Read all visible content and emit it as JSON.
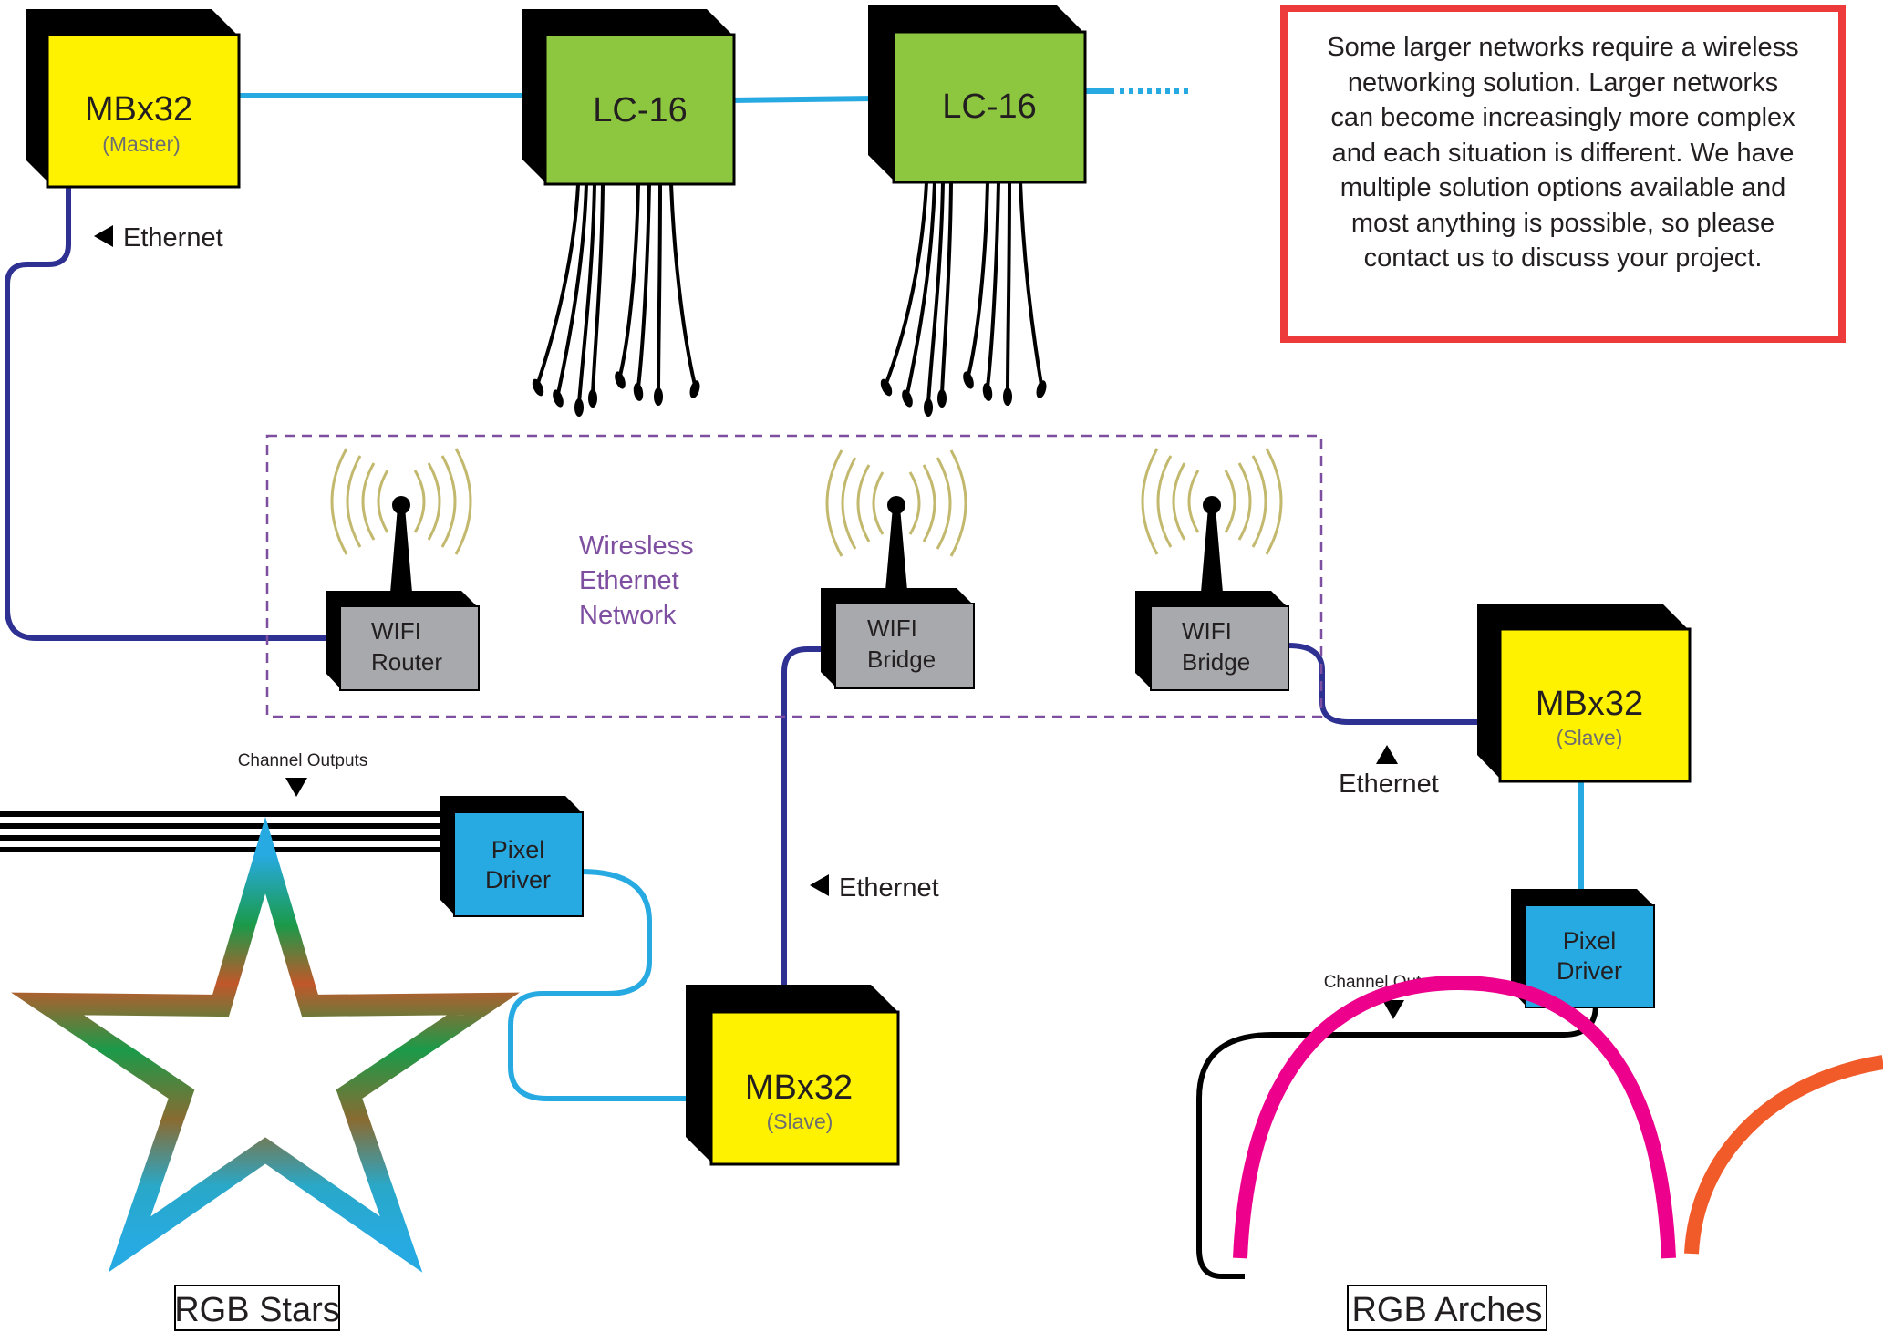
{
  "info_note": "Some larger networks require a wireless networking solution.  Larger networks can become increasingly more complex and each situation is different.  We have multiple solution options available and most anything is possible, so please contact us to discuss your project.",
  "devices": {
    "master": {
      "name": "MBx32",
      "role": "(Master)"
    },
    "lc16_a": {
      "name": "LC-16"
    },
    "lc16_b": {
      "name": "LC-16"
    },
    "wifi_router": {
      "line1": "WIFI",
      "line2": "Router"
    },
    "wifi_bridge_1": {
      "line1": "WIFI",
      "line2": "Bridge"
    },
    "wifi_bridge_2": {
      "line1": "WIFI",
      "line2": "Bridge"
    },
    "slave_center": {
      "name": "MBx32",
      "role": "(Slave)"
    },
    "slave_right": {
      "name": "MBx32",
      "role": "(Slave)"
    },
    "pixel_driver_left": {
      "line1": "Pixel",
      "line2": "Driver"
    },
    "pixel_driver_right": {
      "line1": "Pixel",
      "line2": "Driver"
    }
  },
  "labels": {
    "ethernet_top": "Ethernet",
    "ethernet_center": "Ethernet",
    "ethernet_right": "Ethernet",
    "wireless_network": [
      "Wiresless",
      "Ethernet",
      "Network"
    ],
    "channel_outputs_left": "Channel Outputs",
    "channel_outputs_right": "Channel Outputs",
    "rgb_stars": "RGB Stars",
    "rgb_arches": "RGB Arches"
  },
  "colors": {
    "mbx32": "#fff200",
    "lc16": "#8dc63f",
    "wifi": "#a7a9ac",
    "pixel_driver": "#27aae1",
    "ethernet_cable": "#2e3192",
    "data_cable": "#27aae1",
    "wireless_zone": "#7e4fa0",
    "wifi_waves": "#c2b96f",
    "note_border": "#ec3b3a",
    "arch_magenta": "#ec008c",
    "arch_orange": "#f15a29"
  }
}
